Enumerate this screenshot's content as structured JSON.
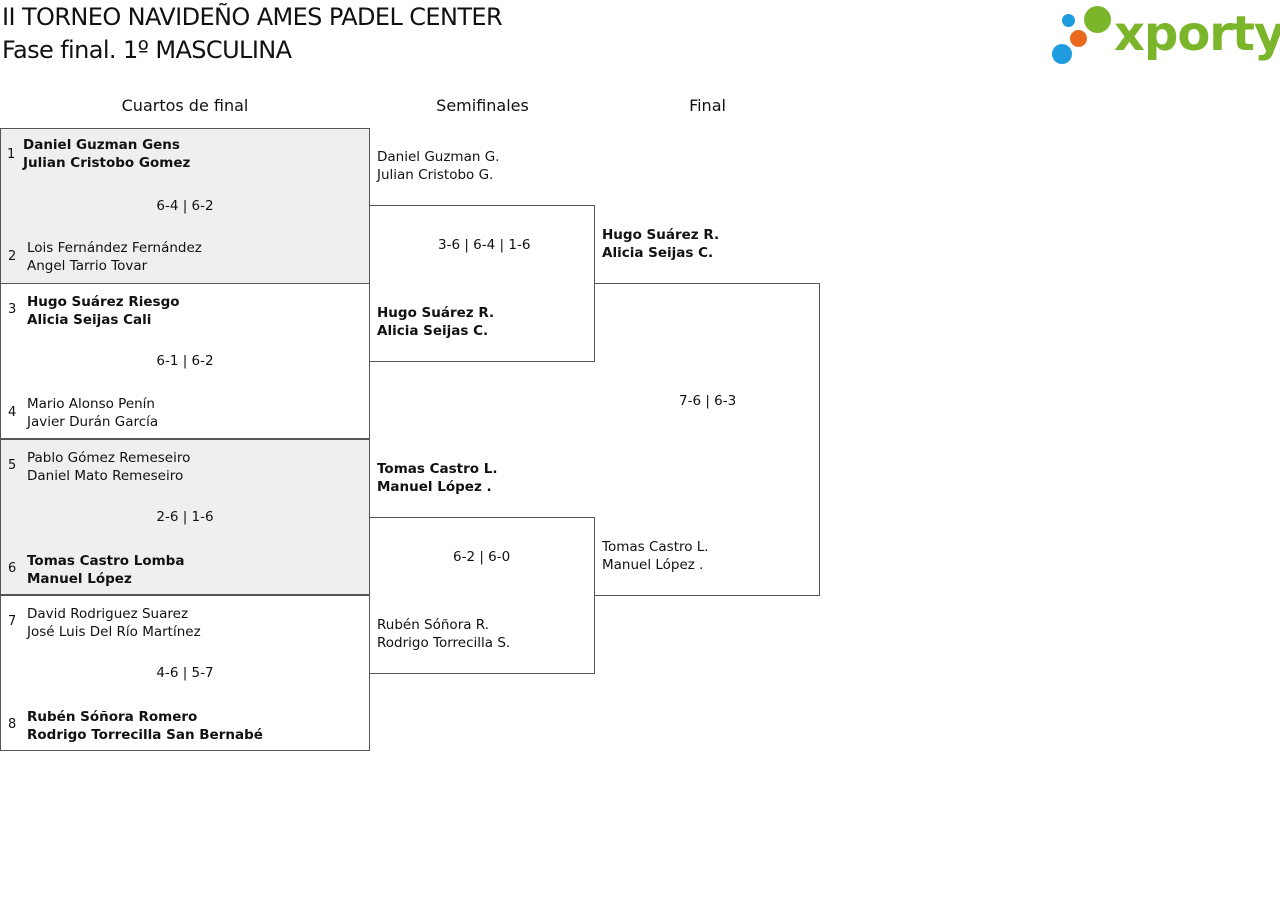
{
  "header": {
    "title": "II TORNEO NAVIDEÑO AMES PADEL CENTER",
    "subtitle": "Fase final. 1º MASCULINA"
  },
  "logo": {
    "text": "xporty",
    "color": "#7ab52a",
    "dot_colors": [
      "#7ab52a",
      "#1f9be0",
      "#e96a1c"
    ]
  },
  "columns": {
    "quarterfinals": "Cuartos de final",
    "semifinals": "Semifinales",
    "final": "Final"
  },
  "quarterfinals": [
    {
      "top": {
        "seed": "1",
        "p1": "Daniel Guzman Gens",
        "p2": "Julian Cristobo Gomez"
      },
      "bottom": {
        "seed": "2",
        "p1": "Lois Fernández Fernández",
        "p2": "Angel Tarrio Tovar"
      },
      "score": "6-4 | 6-2"
    },
    {
      "top": {
        "seed": "3",
        "p1": "Hugo Suárez Riesgo",
        "p2": "Alicia Seijas Cali"
      },
      "bottom": {
        "seed": "4",
        "p1": "Mario Alonso Penín",
        "p2": "Javier Durán García"
      },
      "score": "6-1 | 6-2"
    },
    {
      "top": {
        "seed": "5",
        "p1": "Pablo Gómez Remeseiro",
        "p2": "Daniel Mato Remeseiro"
      },
      "bottom": {
        "seed": "6",
        "p1": "Tomas Castro Lomba",
        "p2": "Manuel López"
      },
      "score": "2-6 | 1-6"
    },
    {
      "top": {
        "seed": "7",
        "p1": "David Rodriguez Suarez",
        "p2": "José Luis Del Río Martínez"
      },
      "bottom": {
        "seed": "8",
        "p1": "Rubén Sóñora Romero",
        "p2": "Rodrigo Torrecilla San Bernabé"
      },
      "score": "4-6 | 5-7"
    }
  ],
  "semifinals": [
    {
      "top": {
        "p1": "Daniel Guzman G.",
        "p2": "Julian Cristobo G."
      },
      "bottom": {
        "p1": "Hugo Suárez R.",
        "p2": "Alicia Seijas C."
      },
      "score": "3-6 | 6-4 | 1-6"
    },
    {
      "top": {
        "p1": "Tomas Castro L.",
        "p2": "Manuel López ."
      },
      "bottom": {
        "p1": "Rubén Sóñora R.",
        "p2": "Rodrigo Torrecilla S."
      },
      "score": "6-2 | 6-0"
    }
  ],
  "final": {
    "top": {
      "p1": "Hugo Suárez R.",
      "p2": "Alicia Seijas C."
    },
    "bottom": {
      "p1": "Tomas Castro L.",
      "p2": "Manuel López ."
    },
    "score": "7-6 | 6-3"
  }
}
